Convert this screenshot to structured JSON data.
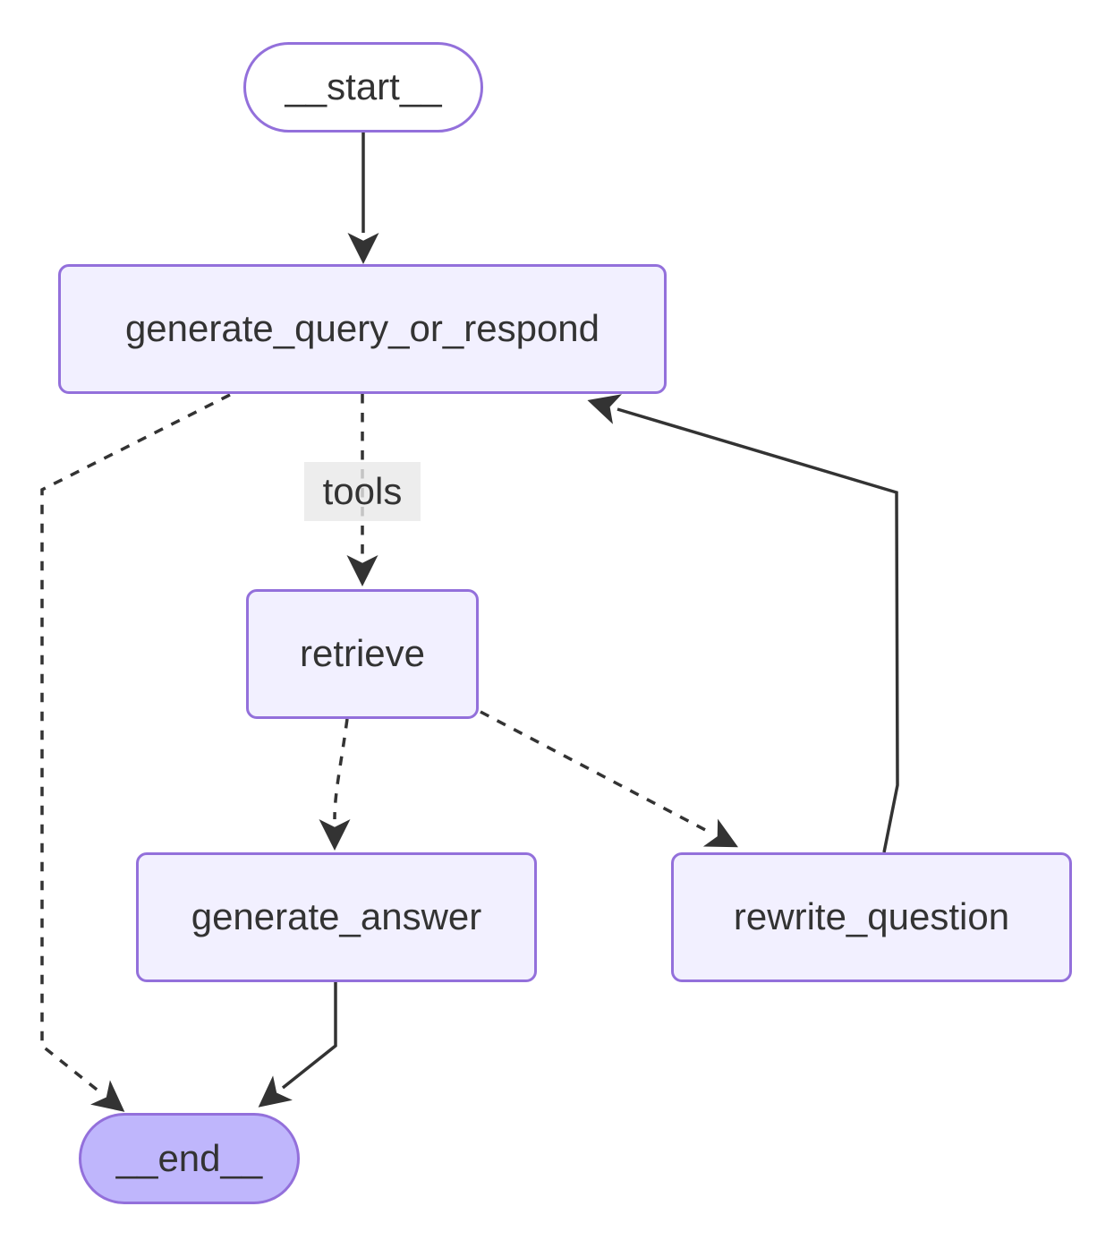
{
  "diagram": {
    "type": "flowchart",
    "direction": "top-down",
    "nodes": [
      {
        "id": "__start__",
        "label": "__start__",
        "shape": "stadium",
        "role": "start"
      },
      {
        "id": "generate_query_or_respond",
        "label": "generate_query_or_respond",
        "shape": "rounded-rect",
        "role": "step"
      },
      {
        "id": "retrieve",
        "label": "retrieve",
        "shape": "rounded-rect",
        "role": "step"
      },
      {
        "id": "generate_answer",
        "label": "generate_answer",
        "shape": "rounded-rect",
        "role": "step"
      },
      {
        "id": "rewrite_question",
        "label": "rewrite_question",
        "shape": "rounded-rect",
        "role": "step"
      },
      {
        "id": "__end__",
        "label": "__end__",
        "shape": "stadium",
        "role": "end"
      }
    ],
    "edges": [
      {
        "from": "__start__",
        "to": "generate_query_or_respond",
        "style": "solid",
        "label": ""
      },
      {
        "from": "generate_query_or_respond",
        "to": "retrieve",
        "style": "dashed",
        "label": "tools"
      },
      {
        "from": "generate_query_or_respond",
        "to": "__end__",
        "style": "dashed",
        "label": ""
      },
      {
        "from": "retrieve",
        "to": "generate_answer",
        "style": "dashed",
        "label": ""
      },
      {
        "from": "retrieve",
        "to": "rewrite_question",
        "style": "dashed",
        "label": ""
      },
      {
        "from": "rewrite_question",
        "to": "generate_query_or_respond",
        "style": "solid",
        "label": ""
      },
      {
        "from": "generate_answer",
        "to": "__end__",
        "style": "solid",
        "label": ""
      }
    ],
    "colors": {
      "node_fill": "#f2f0ff",
      "node_border": "#9370db",
      "start_fill": "#ffffff",
      "end_fill": "#bfb6fc",
      "edge_stroke": "#333333",
      "text": "#333333",
      "edge_label_bg": "#e8e8e8",
      "background": "#ffffff"
    }
  }
}
